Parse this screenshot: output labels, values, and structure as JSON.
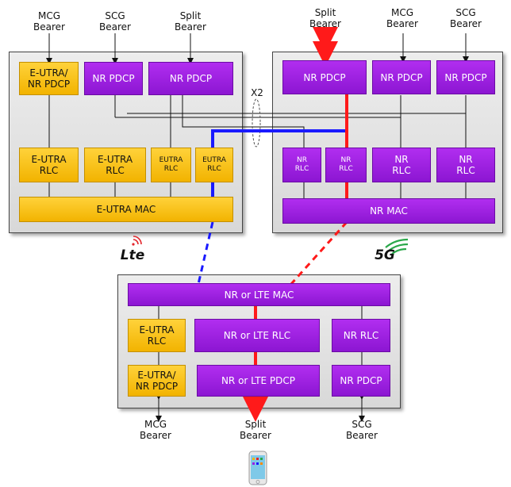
{
  "lte_node": {
    "mcg_bearer": "MCG\nBearer",
    "scg_bearer": "SCG\nBearer",
    "split_bearer": "Split\nBearer",
    "pdcp_eutra_nr": "E-UTRA/\nNR PDCP",
    "pdcp_nr_1": "NR PDCP",
    "pdcp_nr_2": "NR PDCP",
    "rlc_eutra_1": "E-UTRA\nRLC",
    "rlc_eutra_2": "E-UTRA\nRLC",
    "rlc_eutra_3": "EUTRA\nRLC",
    "rlc_eutra_4": "EUTRA\nRLC",
    "mac": "E-UTRA MAC",
    "logo": "Lte"
  },
  "nr_node": {
    "split_bearer": "Split\nBearer",
    "mcg_bearer": "MCG\nBearer",
    "scg_bearer": "SCG\nBearer",
    "pdcp_1": "NR PDCP",
    "pdcp_2": "NR PDCP",
    "pdcp_3": "NR PDCP",
    "rlc_1": "NR\nRLC",
    "rlc_2": "NR\nRLC",
    "rlc_3": "NR\nRLC",
    "rlc_4": "NR\nRLC",
    "mac": "NR MAC",
    "logo": "5G"
  },
  "x2_label": "X2",
  "ue": {
    "mac": "NR or LTE MAC",
    "rlc_eutra": "E-UTRA\nRLC",
    "rlc_nr_lte": "NR or LTE RLC",
    "rlc_nr": "NR RLC",
    "pdcp_eutra_nr": "E-UTRA/\nNR PDCP",
    "pdcp_nr_lte": "NR or LTE PDCP",
    "pdcp_nr": "NR PDCP",
    "mcg_bearer": "MCG\nBearer",
    "split_bearer": "Split\nBearer",
    "scg_bearer": "SCG\nBearer"
  },
  "colors": {
    "eutra_block": "#f2b300",
    "nr_block": "#9b1fe0",
    "lte_path": "#1a1aff",
    "nr_path": "#ff1a1a"
  },
  "icons": [
    "lte-logo-icon",
    "5g-logo-icon",
    "smartphone-icon"
  ]
}
